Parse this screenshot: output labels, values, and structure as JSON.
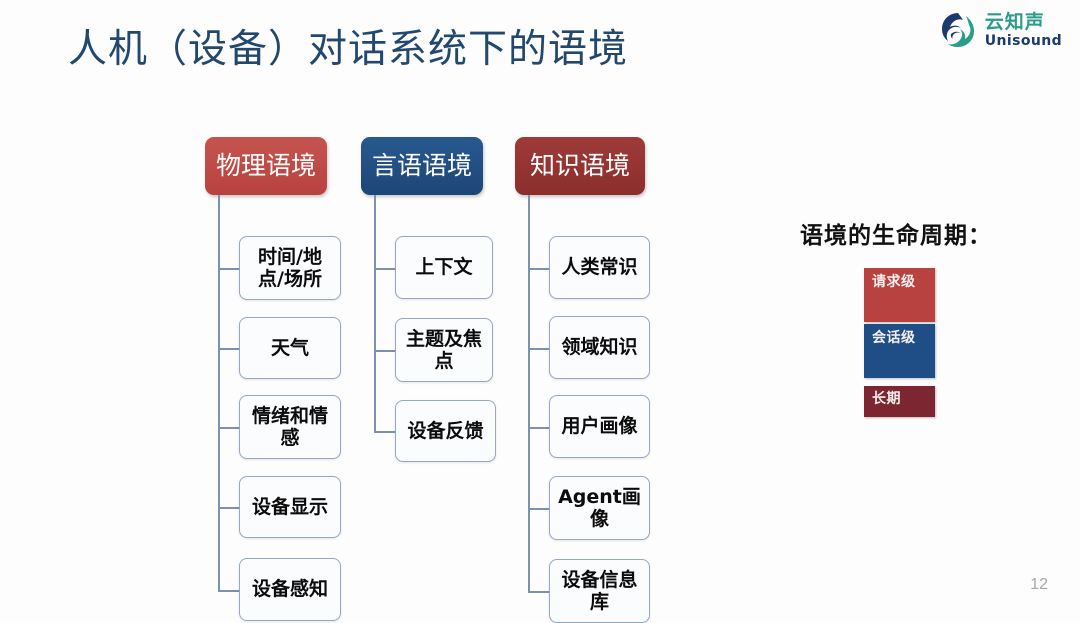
{
  "slide": {
    "title": "人机（设备）对话系统下的语境",
    "page_number": "12",
    "background_color": "#fdfdfd",
    "title_color": "#23486d"
  },
  "logo": {
    "icon_name": "unisound-logo-icon",
    "chinese_name": "云知声",
    "english_name": "Unisound",
    "mark_teal": "#2a9d8a",
    "mark_navy": "#1b3b6f"
  },
  "tree": {
    "columns": [
      {
        "id": "physical",
        "header": "物理语境",
        "header_color": "#c0504d",
        "children": [
          "时间/地点/场所",
          "天气",
          "情绪和情感",
          "设备显示",
          "设备感知"
        ]
      },
      {
        "id": "verbal",
        "header": "言语语境",
        "header_color": "#1f497d",
        "children": [
          "上下文",
          "主题及焦点",
          "设备反馈"
        ]
      },
      {
        "id": "knowledge",
        "header": "知识语境",
        "header_color": "#943634",
        "children": [
          "人类常识",
          "领域知识",
          "用户画像",
          "Agent画像",
          "设备信息库"
        ]
      }
    ]
  },
  "lifecycle": {
    "title": "语境的生命周期：",
    "blocks": [
      {
        "label": "请求级",
        "color": "#b8423f"
      },
      {
        "label": "会话级",
        "color": "#1f4d86"
      },
      {
        "label": "长期",
        "color": "#7c2632"
      }
    ]
  }
}
